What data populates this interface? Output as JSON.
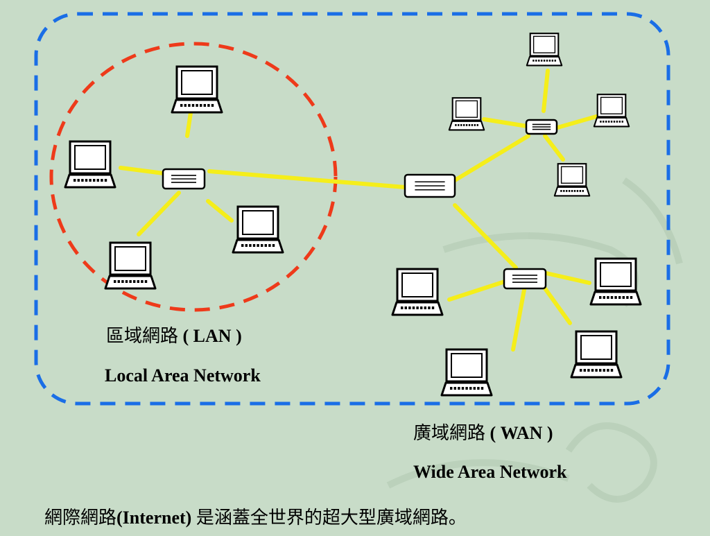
{
  "lan": {
    "title_zh": "區域網路",
    "title_abbr": "( LAN )",
    "subtitle": "Local Area Network"
  },
  "wan": {
    "title_zh": "廣域網路",
    "title_abbr": "( WAN )",
    "subtitle": "Wide Area Network"
  },
  "caption": {
    "zh_prefix": "網際網路",
    "en": "(Internet)",
    "zh_suffix": " 是涵蓋全世界的超大型廣域網路。"
  },
  "colors": {
    "background": "#c8dcc8",
    "wan_boundary": "#1a6ee6",
    "lan_boundary": "#ee3a1a",
    "link": "#f5ee1a",
    "device_outline": "#000000"
  },
  "icons": {
    "computer": "laptop-icon",
    "hub": "hub-icon"
  }
}
